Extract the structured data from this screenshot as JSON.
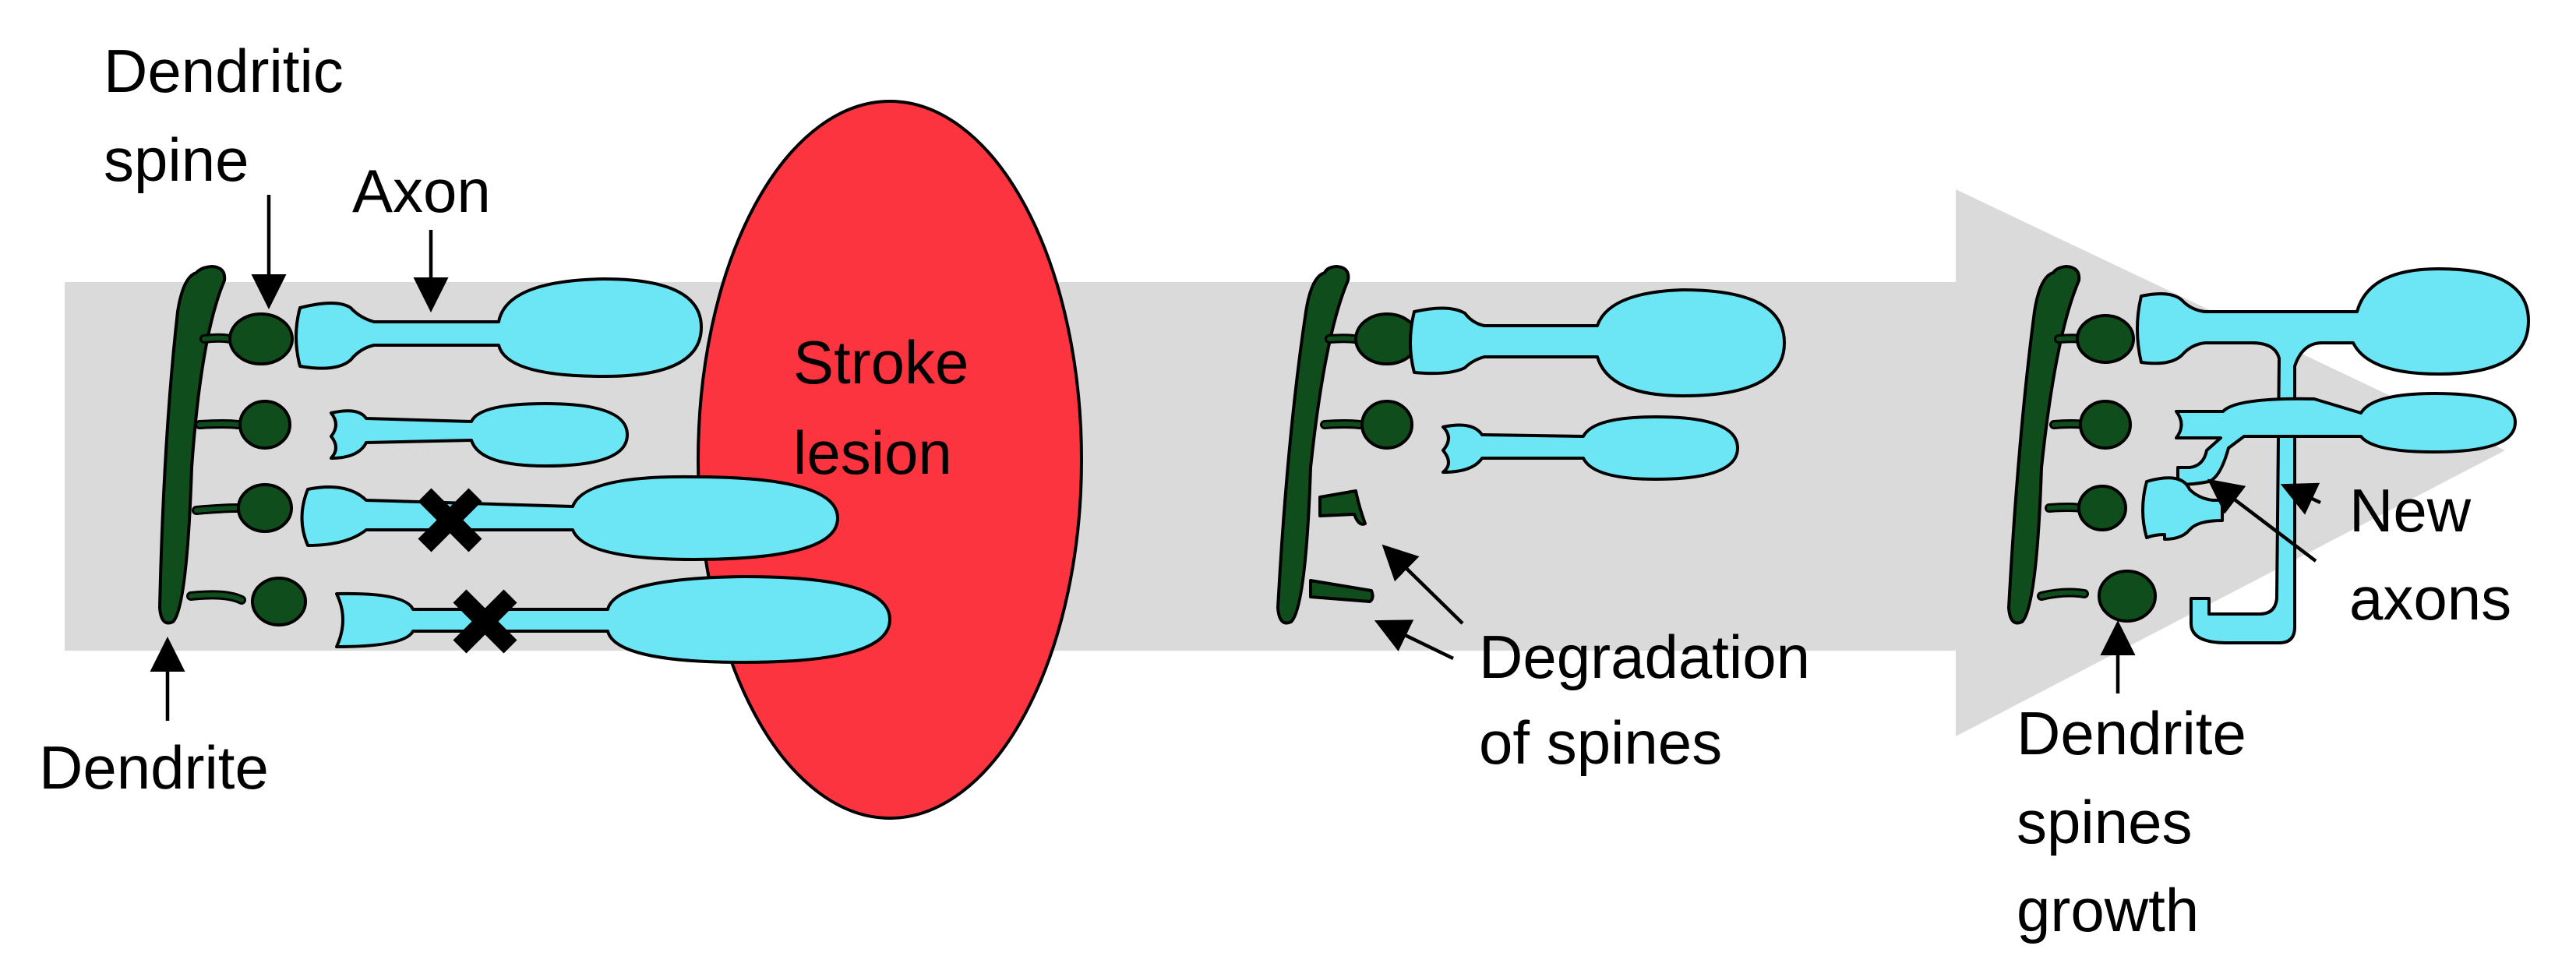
{
  "labels": {
    "dendritic_spine_line1": "Dendritic",
    "dendritic_spine_line2": "spine",
    "axon": "Axon",
    "dendrite": "Dendrite",
    "lesion_line1": "Stroke",
    "lesion_line2": "lesion",
    "degradation_line1": "Degradation",
    "degradation_line2": "of spines",
    "new_axons_line1": "New",
    "new_axons_line2": "axons",
    "growth_line1": "Dendrite",
    "growth_line2": "spines",
    "growth_line3": "growth"
  },
  "colors": {
    "background_arrow": "#dadada",
    "lesion": "#fb3440",
    "dendrite": "#0f4d1c",
    "axon": "#6ce6f5",
    "outline": "#000000"
  },
  "icons": {
    "blocked_marker": "x-mark-icon"
  }
}
